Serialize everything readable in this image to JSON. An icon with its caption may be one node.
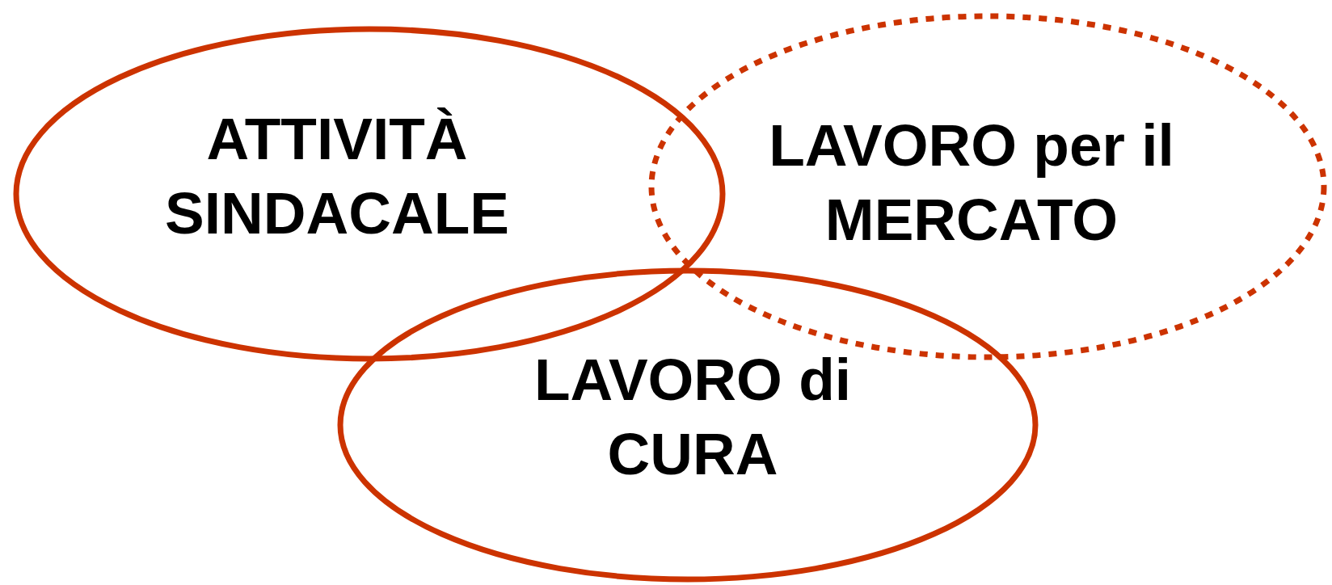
{
  "diagram": {
    "nodes": [
      {
        "text": [
          "ATTIVITÀ SINDACALE"
        ]
      },
      {
        "text": [
          "LAVORO per il MERCATO"
        ]
      },
      {
        "text": [
          "LAVORO di CURA"
        ]
      }
    ]
  }
}
